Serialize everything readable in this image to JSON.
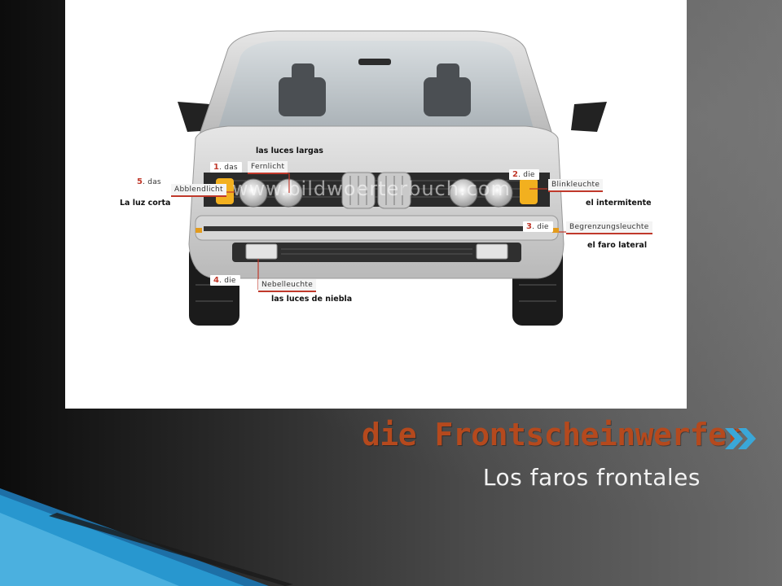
{
  "slide": {
    "title": "die Frontscheinwerfer",
    "subtitle": "Los faros frontales"
  },
  "figure": {
    "watermark": "www.bildwoerterbuch.com",
    "labels": [
      {
        "id": "1",
        "number": "1",
        "article": ". das",
        "german": "Fernlicht",
        "spanish": "las luces largas"
      },
      {
        "id": "2",
        "number": "2",
        "article": ". die",
        "german": "Blinkleuchte",
        "spanish": "el intermitente"
      },
      {
        "id": "3",
        "number": "3",
        "article": ". die",
        "german": "Begrenzungsleuchte",
        "spanish": "el faro lateral"
      },
      {
        "id": "4",
        "number": "4",
        "article": ". die",
        "german": "Nebelleuchte",
        "spanish": "las luces de niebla"
      },
      {
        "id": "5",
        "number": "5",
        "article": ". das",
        "german": "Abblendlicht",
        "spanish": "La luz corta"
      }
    ]
  },
  "colors": {
    "title": "#b5491d",
    "accent_red": "#c0392b",
    "chevron": "#3aa7d8",
    "swoosh": "#2a9fd6"
  }
}
